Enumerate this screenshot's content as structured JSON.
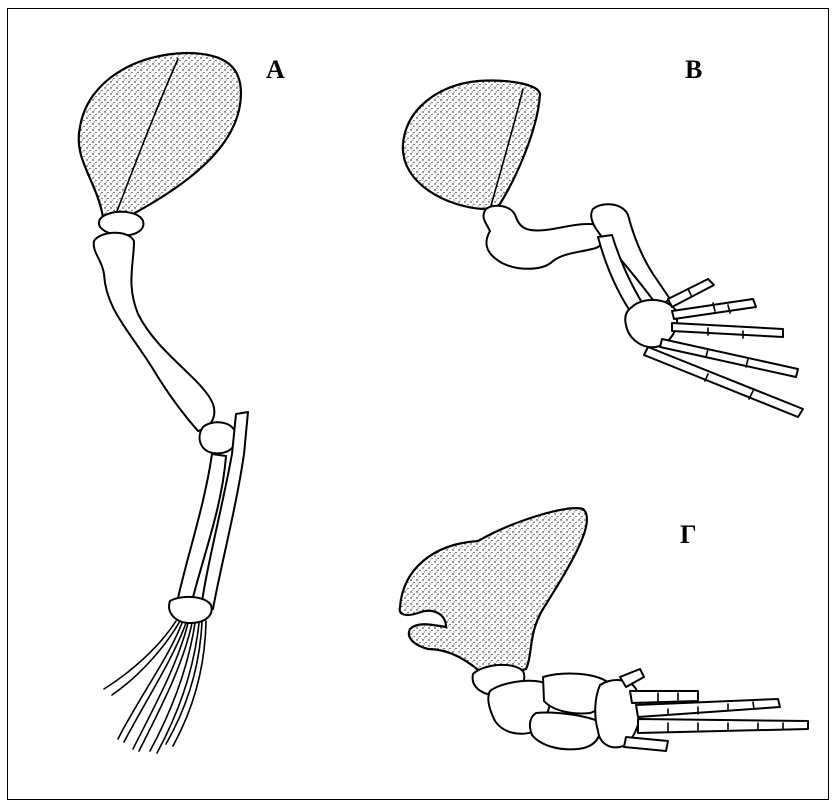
{
  "figure": {
    "panels": [
      {
        "id": "A",
        "label": "A"
      },
      {
        "id": "B",
        "label": "B"
      },
      {
        "id": "G",
        "label": "Г"
      }
    ]
  },
  "colors": {
    "ink": "#000000",
    "paper": "#ffffff",
    "border": "#000000"
  }
}
